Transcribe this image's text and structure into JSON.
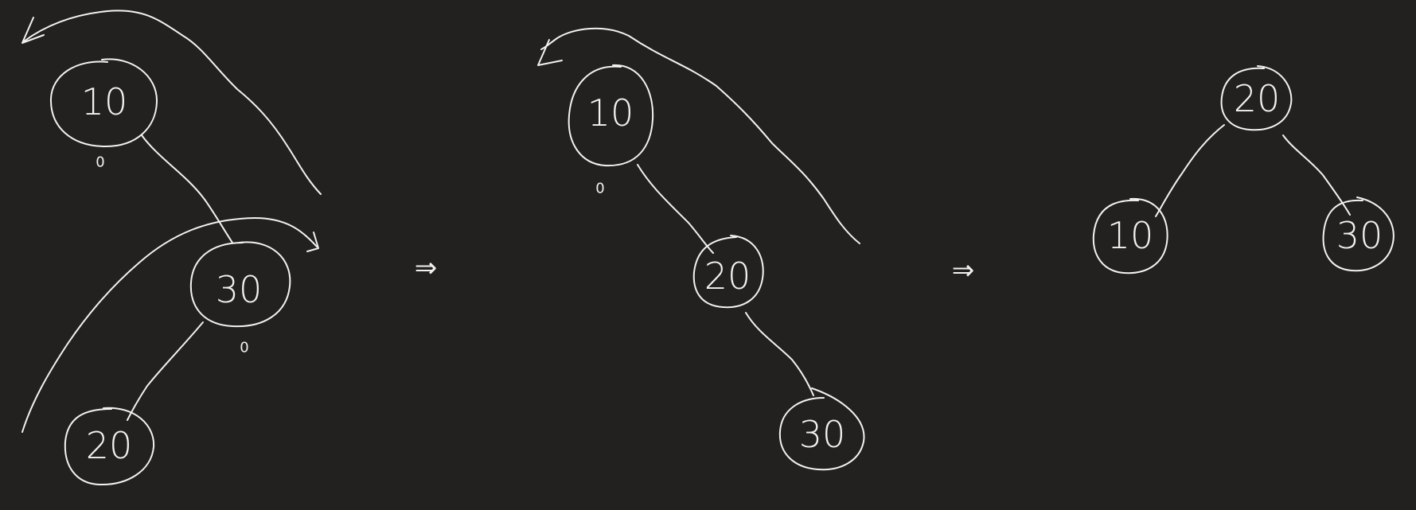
{
  "stages": [
    {
      "id": "stage-1",
      "nodes": [
        {
          "id": "n10",
          "label": "10",
          "balance": "0"
        },
        {
          "id": "n30",
          "label": "30",
          "balance": "0"
        },
        {
          "id": "n20",
          "label": "20"
        }
      ],
      "edges": [
        [
          "n10",
          "n30"
        ],
        [
          "n30",
          "n20"
        ]
      ],
      "rotations": [
        "left",
        "right"
      ]
    },
    {
      "id": "stage-2",
      "nodes": [
        {
          "id": "n10",
          "label": "10",
          "balance": "0"
        },
        {
          "id": "n20",
          "label": "20"
        },
        {
          "id": "n30",
          "label": "30"
        }
      ],
      "edges": [
        [
          "n10",
          "n20"
        ],
        [
          "n20",
          "n30"
        ]
      ],
      "rotations": [
        "left"
      ]
    },
    {
      "id": "stage-3",
      "nodes": [
        {
          "id": "n20",
          "label": "20"
        },
        {
          "id": "n10",
          "label": "10"
        },
        {
          "id": "n30",
          "label": "30"
        }
      ],
      "edges": [
        [
          "n20",
          "n10"
        ],
        [
          "n20",
          "n30"
        ]
      ],
      "rotations": []
    }
  ],
  "transitions": [
    "⇒",
    "⇒"
  ],
  "colors": {
    "background": "#222120",
    "ink": "#f2f2f0"
  }
}
